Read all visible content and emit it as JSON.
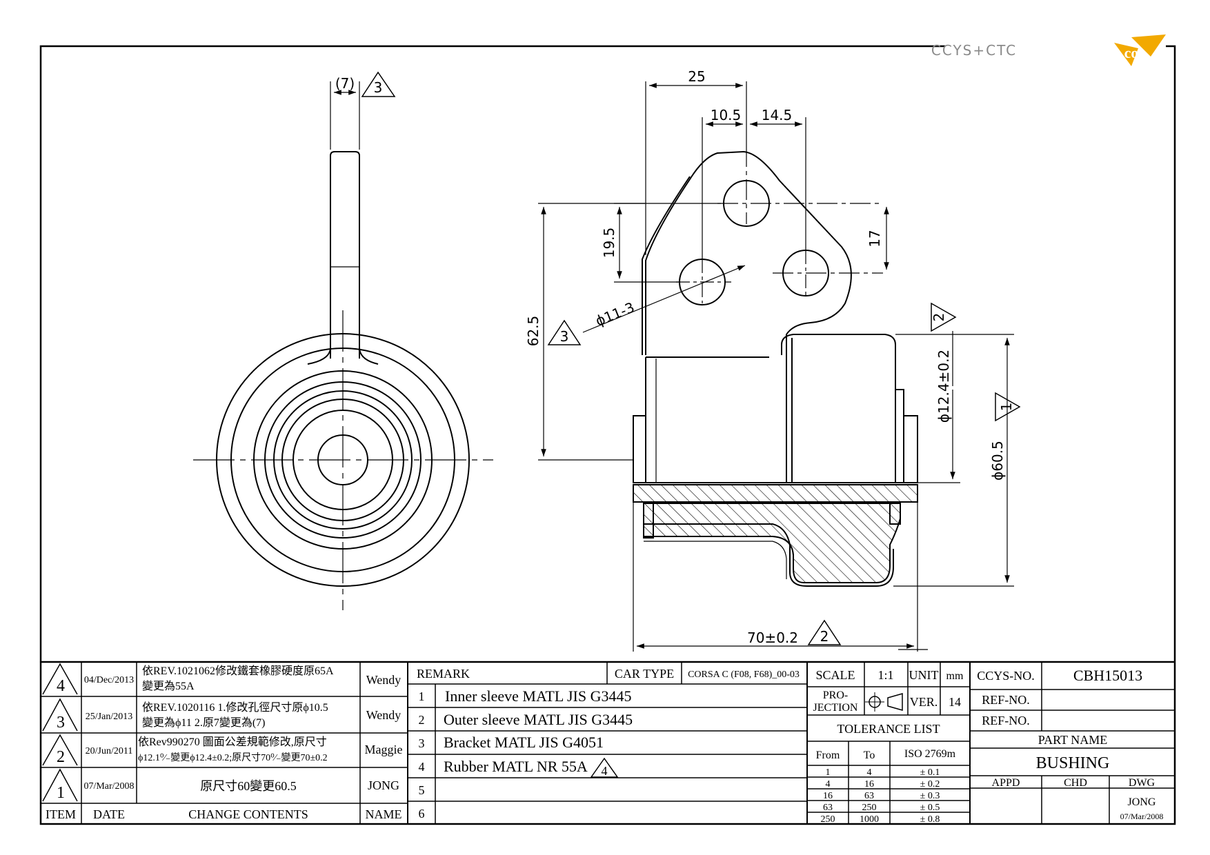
{
  "logo": {
    "text": "CCYS+CTC",
    "accent": "#f2a900"
  },
  "dimensions": {
    "thickness": "(7)",
    "d25": "25",
    "d10_5": "10.5",
    "d14_5": "14.5",
    "d19_5": "19.5",
    "d17": "17",
    "d62_5": "62.5",
    "hole": "ϕ11-3",
    "d12_4": "ϕ12.4±0.2",
    "d60_5": "ϕ60.5",
    "d70": "70±0.2"
  },
  "rev_markers": {
    "r1": "1",
    "r2": "2",
    "r3": "3",
    "r4": "4"
  },
  "revisions": [
    {
      "no": "4",
      "date": "04/Dec/2013",
      "content_l1": "依REV.1021062修改鐵套橡膠硬度原65A",
      "content_l2": "變更為55A",
      "name": "Wendy"
    },
    {
      "no": "3",
      "date": "25/Jan/2013",
      "content_l1": "依REV.1020116 1.修改孔徑尺寸原ϕ10.5",
      "content_l2": "變更為ϕ11 2.原7變更為(7)",
      "name": "Wendy"
    },
    {
      "no": "2",
      "date": "20/Jun/2011",
      "content_l1": "依Rev990270 圖面公差規範修改,原尺寸",
      "content_l2": "ϕ12.1⁰⁄₋變更ϕ12.4±0.2;原尺寸70⁰⁄₋變更70±0.2",
      "name": "Maggie"
    },
    {
      "no": "1",
      "date": "07/Mar/2008",
      "content_l1": "原尺寸60變更60.5",
      "content_l2": "",
      "name": "JONG"
    }
  ],
  "rev_headers": {
    "item": "ITEM",
    "date": "DATE",
    "contents": "CHANGE CONTENTS",
    "name": "NAME"
  },
  "remark": {
    "header": "REMARK",
    "car_type_label": "CAR TYPE",
    "car_type": "CORSA C (F08, F68)_00-03",
    "items": [
      {
        "no": "1",
        "text": "Inner sleeve MATL JIS G3445"
      },
      {
        "no": "2",
        "text": "Outer sleeve MATL JIS G3445"
      },
      {
        "no": "3",
        "text": "Bracket MATL JIS G4051"
      },
      {
        "no": "4",
        "text": "Rubber MATL NR 55A"
      },
      {
        "no": "5",
        "text": ""
      },
      {
        "no": "6",
        "text": ""
      }
    ]
  },
  "title_block": {
    "scale_label": "SCALE",
    "scale": "1:1",
    "unit_label": "UNIT",
    "unit": "mm",
    "projection_l1": "PRO-",
    "projection_l2": "JECTION",
    "ver_label": "VER.",
    "ver": "14",
    "tolerance_title": "TOLERANCE LIST",
    "tol_from": "From",
    "tol_to": "To",
    "tol_iso": "ISO 2769m",
    "tolerances": [
      {
        "from": "1",
        "to": "4",
        "tol": "± 0.1"
      },
      {
        "from": "4",
        "to": "16",
        "tol": "± 0.2"
      },
      {
        "from": "16",
        "to": "63",
        "tol": "± 0.3"
      },
      {
        "from": "63",
        "to": "250",
        "tol": "± 0.5"
      },
      {
        "from": "250",
        "to": "1000",
        "tol": "± 0.8"
      }
    ],
    "ccys_no_label": "CCYS-NO.",
    "ccys_no": "CBH15013",
    "ref_no_label_1": "REF-NO.",
    "ref_no_label_2": "REF-NO.",
    "part_name_label": "PART NAME",
    "part_name": "BUSHING",
    "appd": "APPD",
    "chd": "CHD",
    "dwg": "DWG",
    "drawn_by": "JONG",
    "drawn_date": "07/Mar/2008"
  }
}
